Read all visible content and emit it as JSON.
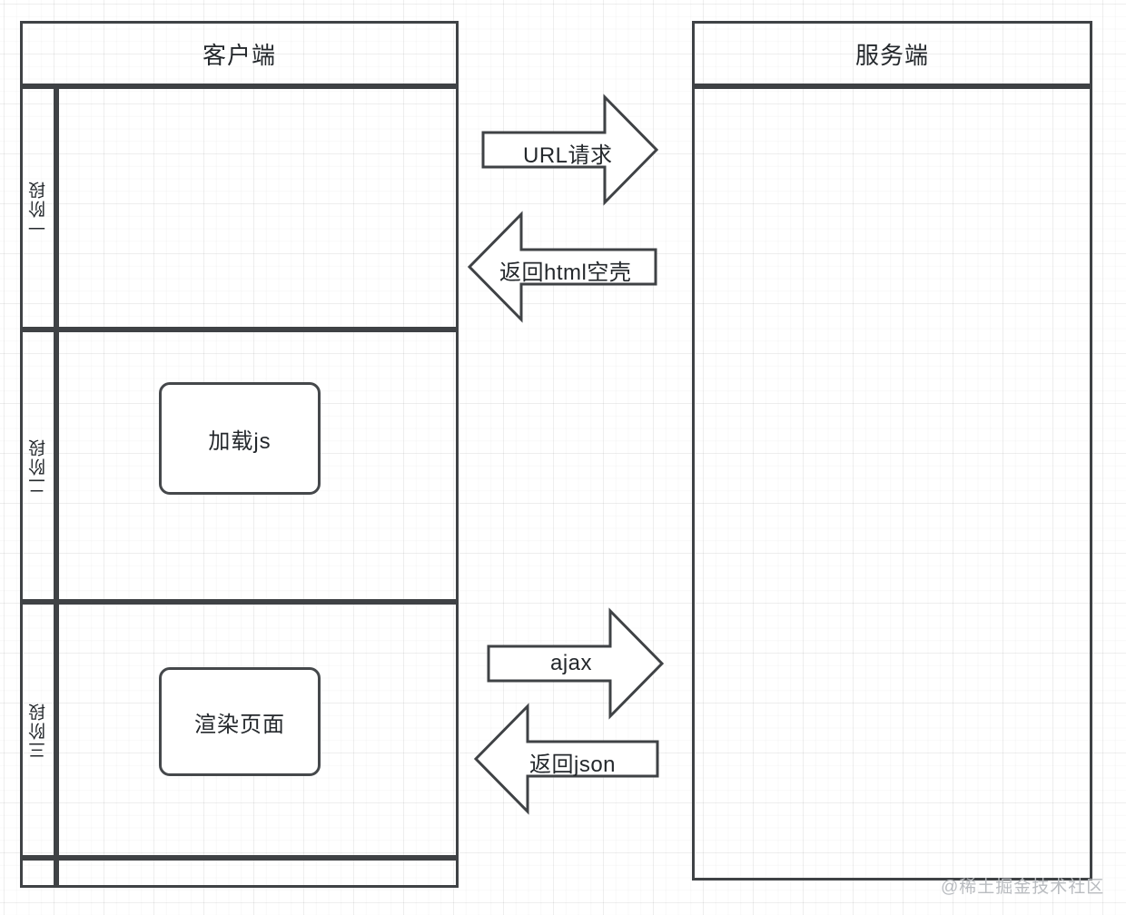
{
  "diagram": {
    "title_client": "客户端",
    "title_server": "服务端",
    "stages": [
      {
        "id": "stage-1",
        "label": "一阶段"
      },
      {
        "id": "stage-2",
        "label": "二阶段"
      },
      {
        "id": "stage-3",
        "label": "三阶段"
      },
      {
        "id": "stage-4",
        "label": ""
      }
    ],
    "client_nodes": [
      {
        "id": "load-js",
        "label": "加载js"
      },
      {
        "id": "render-page",
        "label": "渲染页面"
      }
    ],
    "messages": [
      {
        "id": "url-request",
        "label": "URL请求",
        "direction": "right"
      },
      {
        "id": "return-html",
        "label": "返回html空壳",
        "direction": "left"
      },
      {
        "id": "ajax-request",
        "label": "ajax",
        "direction": "right"
      },
      {
        "id": "return-json",
        "label": "返回json",
        "direction": "left"
      }
    ],
    "watermark": "@稀土掘金技术社区",
    "colors": {
      "stroke": "#3f4245",
      "text": "#24282c",
      "background": "#ffffff",
      "grid": "#eaeaea",
      "watermark": "#b9bcc0"
    }
  }
}
